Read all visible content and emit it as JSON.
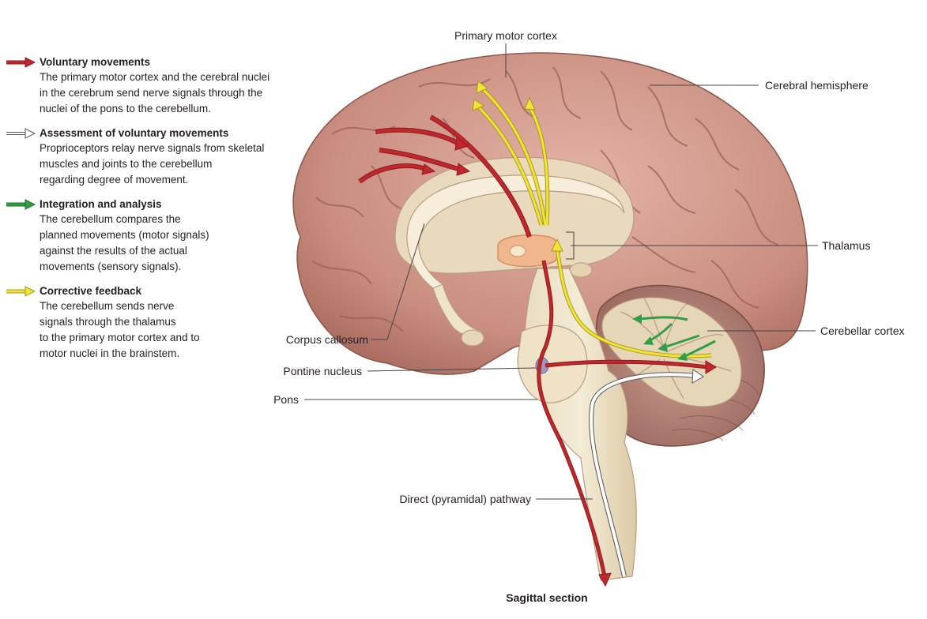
{
  "legend": [
    {
      "key": "voluntary",
      "title": "Voluntary movements",
      "text": "The primary motor cortex and the cerebral nuclei\nin the cerebrum send nerve signals through the\nnuclei of the pons to the cerebellum.",
      "color": "#c0282d"
    },
    {
      "key": "assessment",
      "title": "Assessment of voluntary movements",
      "text": "Proprioceptors relay nerve signals from skeletal\nmuscles and joints to the cerebellum\nregarding degree of movement.",
      "color": "#ffffff"
    },
    {
      "key": "integration",
      "title": "Integration and analysis",
      "text": "The cerebellum compares the\nplanned movements (motor signals)\nagainst the results of the actual\nmovements (sensory signals).",
      "color": "#2f9e44"
    },
    {
      "key": "feedback",
      "title": "Corrective feedback",
      "text": "The cerebellum sends nerve\nsignals through the thalamus\nto the primary motor cortex and to\nmotor nuclei in the brainstem.",
      "color": "#f2e33a"
    }
  ],
  "labels": {
    "primary_motor_cortex": "Primary motor cortex",
    "cerebral_hemisphere": "Cerebral hemisphere",
    "thalamus": "Thalamus",
    "cerebellar_cortex": "Cerebellar cortex",
    "corpus_callosum": "Corpus callosum",
    "pontine_nucleus": "Pontine nucleus",
    "pons": "Pons",
    "direct_pathway": "Direct (pyramidal) pathway"
  },
  "caption": "Sagittal section"
}
